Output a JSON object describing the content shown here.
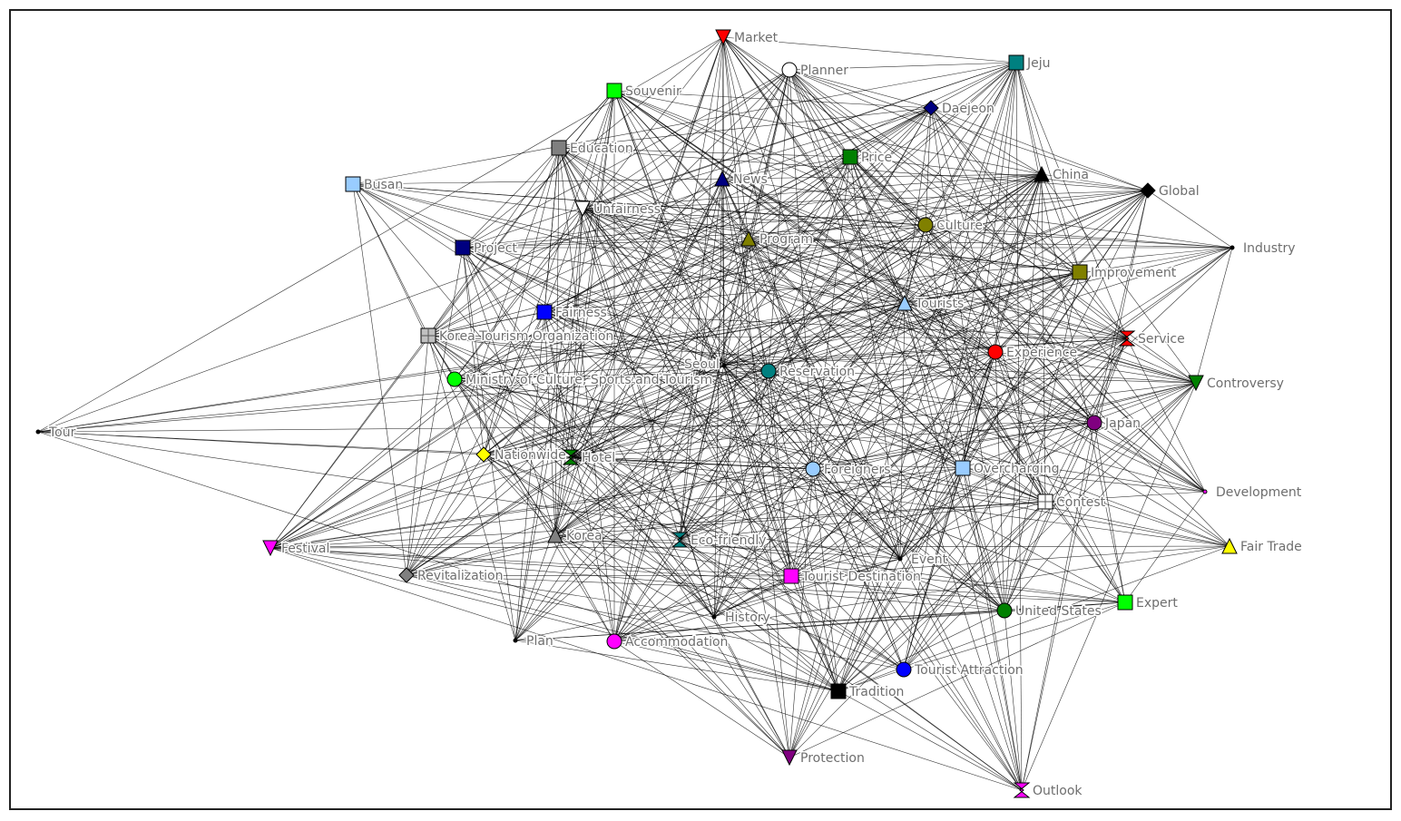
{
  "nodes": [
    {
      "id": "market",
      "label": "Market",
      "shape": "triangle-down",
      "color": "#ff0000"
    },
    {
      "id": "planner",
      "label": "Planner",
      "shape": "circle",
      "color": "#ffffff"
    },
    {
      "id": "jeju",
      "label": "Jeju",
      "shape": "square",
      "color": "#008080"
    },
    {
      "id": "souvenir",
      "label": "Souvenir",
      "shape": "square",
      "color": "#00ff00"
    },
    {
      "id": "daejeon",
      "label": "Daejeon",
      "shape": "diamond",
      "color": "#000080"
    },
    {
      "id": "education",
      "label": "Education",
      "shape": "square",
      "color": "#808080"
    },
    {
      "id": "price",
      "label": "Price",
      "shape": "square",
      "color": "#008000"
    },
    {
      "id": "news",
      "label": "News",
      "shape": "triangle",
      "color": "#000080"
    },
    {
      "id": "china",
      "label": "China",
      "shape": "triangle",
      "color": "#000000"
    },
    {
      "id": "global",
      "label": "Global",
      "shape": "diamond",
      "color": "#000000"
    },
    {
      "id": "busan",
      "label": "Busan",
      "shape": "square",
      "color": "#99ccff"
    },
    {
      "id": "unfairness",
      "label": "Unfairness",
      "shape": "triangle-down",
      "color": "#ffffff"
    },
    {
      "id": "culture",
      "label": "Culture",
      "shape": "circle",
      "color": "#808000"
    },
    {
      "id": "program",
      "label": "Program",
      "shape": "triangle",
      "color": "#808000"
    },
    {
      "id": "project",
      "label": "Project",
      "shape": "square",
      "color": "#000080"
    },
    {
      "id": "industry",
      "label": "Industry",
      "shape": "dot",
      "color": "#000000"
    },
    {
      "id": "improvement",
      "label": "Improvement",
      "shape": "square",
      "color": "#808000"
    },
    {
      "id": "tourists",
      "label": "Tourists",
      "shape": "triangle",
      "color": "#99ccff"
    },
    {
      "id": "fairness",
      "label": "Fairness",
      "shape": "square",
      "color": "#0000ff"
    },
    {
      "id": "kto",
      "label": "Korea Tourism Organization",
      "shape": "plus-box",
      "color": "#c0c0c0"
    },
    {
      "id": "service",
      "label": "Service",
      "shape": "hourglass",
      "color": "#ff0000"
    },
    {
      "id": "experience",
      "label": "Experience",
      "shape": "circle",
      "color": "#ff0000"
    },
    {
      "id": "seoul",
      "label": "Seoul",
      "shape": "dot",
      "color": "#000000"
    },
    {
      "id": "reservation",
      "label": "Reservation",
      "shape": "circle",
      "color": "#008080"
    },
    {
      "id": "mcst",
      "label": "Ministry of Culture, Sports and Tourism",
      "shape": "circle",
      "color": "#00ff00"
    },
    {
      "id": "controversy",
      "label": "Controversy",
      "shape": "triangle-down",
      "color": "#008000"
    },
    {
      "id": "tour",
      "label": "Tour",
      "shape": "dot",
      "color": "#000000"
    },
    {
      "id": "japan",
      "label": "Japan",
      "shape": "circle",
      "color": "#800080"
    },
    {
      "id": "nationwide",
      "label": "Nationwide",
      "shape": "diamond",
      "color": "#ffff00"
    },
    {
      "id": "hotel",
      "label": "Hotel",
      "shape": "hourglass",
      "color": "#008000"
    },
    {
      "id": "foreigners",
      "label": "Foreigners",
      "shape": "circle",
      "color": "#99ccff"
    },
    {
      "id": "overcharging",
      "label": "Overcharging",
      "shape": "square",
      "color": "#99ccff"
    },
    {
      "id": "development",
      "label": "Development",
      "shape": "dot",
      "color": "#ff00ff"
    },
    {
      "id": "contest",
      "label": "Contest",
      "shape": "plus-box",
      "color": "#ffffff"
    },
    {
      "id": "korea",
      "label": "Korea",
      "shape": "triangle",
      "color": "#808080"
    },
    {
      "id": "ecofriendly",
      "label": "Eco-friendly",
      "shape": "hourglass",
      "color": "#008080"
    },
    {
      "id": "fairtrade",
      "label": "Fair Trade",
      "shape": "triangle",
      "color": "#ffff00"
    },
    {
      "id": "festival",
      "label": "Festival",
      "shape": "triangle-down",
      "color": "#ff00ff"
    },
    {
      "id": "event",
      "label": "Event",
      "shape": "dot",
      "color": "#000000"
    },
    {
      "id": "revitalization",
      "label": "Revitalization",
      "shape": "diamond",
      "color": "#808080"
    },
    {
      "id": "destination",
      "label": "Tourist Destination",
      "shape": "square",
      "color": "#ff00ff"
    },
    {
      "id": "expert",
      "label": "Expert",
      "shape": "square",
      "color": "#00ff00"
    },
    {
      "id": "unitedstates",
      "label": "United States",
      "shape": "circle",
      "color": "#008000"
    },
    {
      "id": "history",
      "label": "History",
      "shape": "dot",
      "color": "#000000"
    },
    {
      "id": "plan",
      "label": "Plan",
      "shape": "dot",
      "color": "#000000"
    },
    {
      "id": "accommodation",
      "label": "Accommodation",
      "shape": "circle",
      "color": "#ff00ff"
    },
    {
      "id": "attraction",
      "label": "Tourist Attraction",
      "shape": "circle",
      "color": "#0000ff"
    },
    {
      "id": "tradition",
      "label": "Tradition",
      "shape": "square",
      "color": "#000000"
    },
    {
      "id": "protection",
      "label": "Protection",
      "shape": "triangle-down",
      "color": "#800080"
    },
    {
      "id": "outlook",
      "label": "Outlook",
      "shape": "hourglass",
      "color": "#ff00ff"
    }
  ]
}
